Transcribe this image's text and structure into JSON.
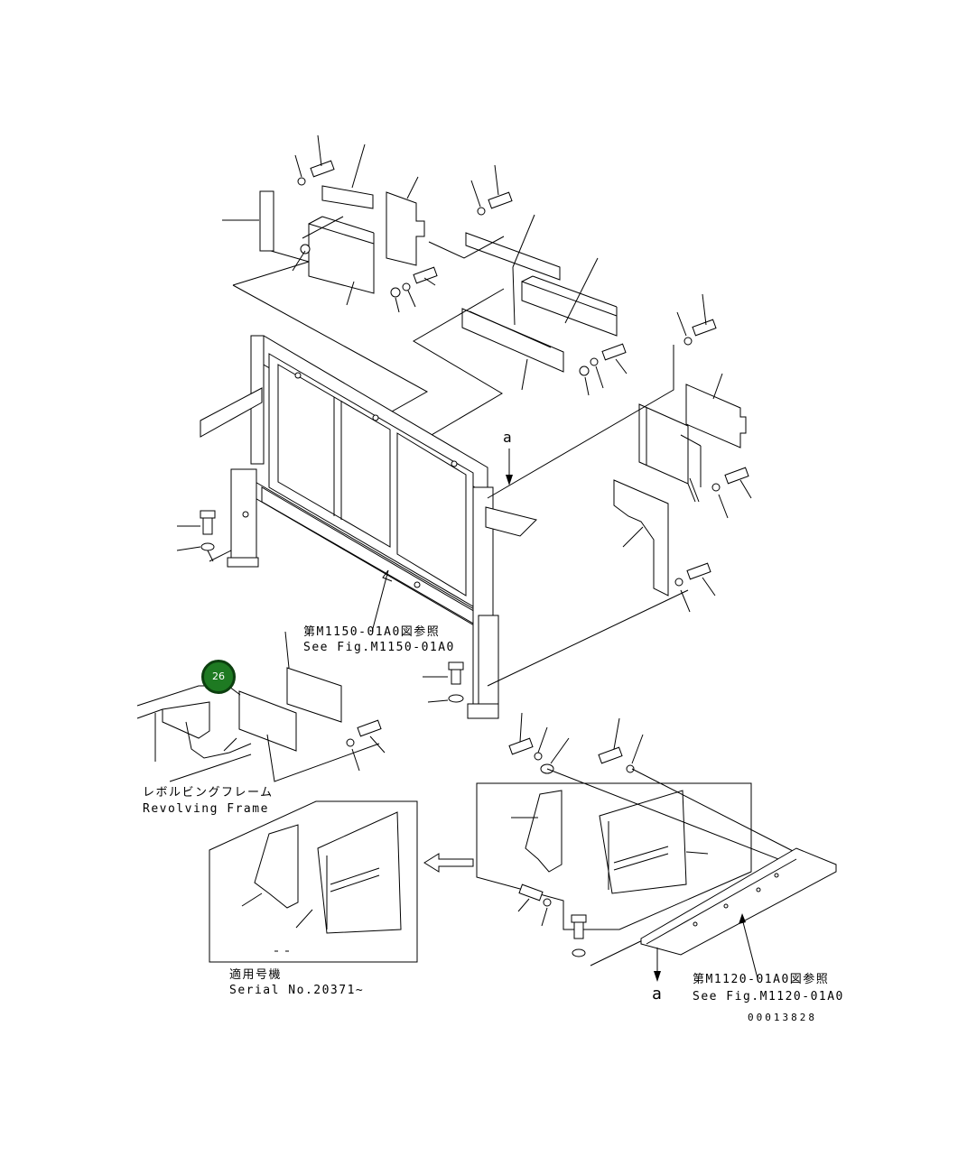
{
  "refs": {
    "fig_m1150_jp": "第M1150-01A0図参照",
    "fig_m1150_en": "See Fig.M1150-01A0",
    "fig_m1120_jp": "第M1120-01A0図参照",
    "fig_m1120_en": "See Fig.M1120-01A0"
  },
  "labels": {
    "revolving_frame_jp": "レボルビングフレーム",
    "revolving_frame_en": "Revolving Frame",
    "serial_jp": "適用号機",
    "serial_en": "Serial No.20371~",
    "arrow_a_top": "a",
    "arrow_a_bottom": "a",
    "drawing_number": "00013828"
  },
  "callouts": [
    {
      "number": "26",
      "color": "#1e7a22"
    }
  ]
}
